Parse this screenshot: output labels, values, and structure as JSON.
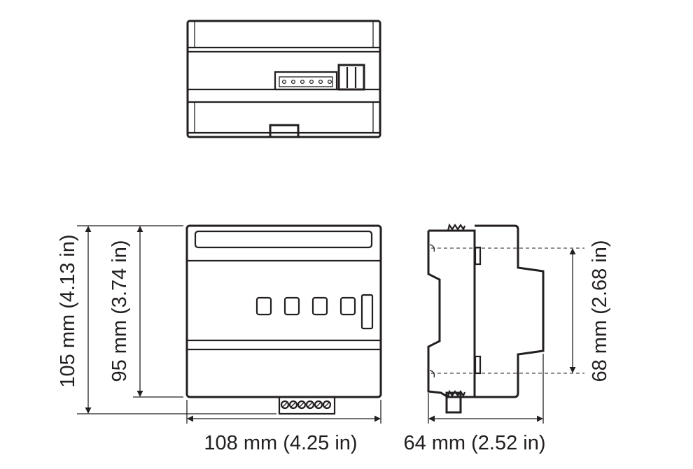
{
  "dimensions": {
    "total_height": "105 mm (4.13 in)",
    "body_height": "95 mm (3.74 in)",
    "width": "108 mm (4.25 in)",
    "depth": "64 mm (2.52 in)",
    "rail_height": "68 mm (2.68 in)"
  },
  "colors": {
    "line": "#231f20",
    "background": "#ffffff"
  }
}
